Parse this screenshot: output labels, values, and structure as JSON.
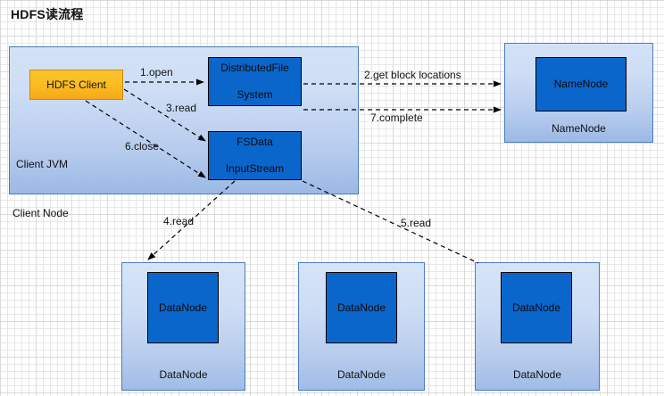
{
  "title": "HDFS读流程",
  "colors": {
    "component_blue": "#0b66cc",
    "container_blue_light": "#d2e1f7",
    "container_blue_dark": "#9cb9e4",
    "container_border": "#4a7ebb",
    "client_orange": "#fbbe23",
    "client_border": "#c98a12",
    "arrow": "#000000",
    "grid": "#e1e1e1"
  },
  "client_node": {
    "outside_label": "Client Node",
    "jvm_label": "Client JVM",
    "client_box_label": "HDFS Client",
    "components": [
      {
        "line1": "DistributedFile",
        "line2": "System"
      },
      {
        "line1": "FSData",
        "line2": "InputStream"
      }
    ]
  },
  "name_node": {
    "caption": "NameNode",
    "component_label": "NameNode"
  },
  "data_nodes": [
    {
      "caption": "DataNode",
      "component_label": "DataNode"
    },
    {
      "caption": "DataNode",
      "component_label": "DataNode"
    },
    {
      "caption": "DataNode",
      "component_label": "DataNode"
    }
  ],
  "edges": [
    {
      "id": "open",
      "label": "1.open"
    },
    {
      "id": "get-block-locations",
      "label": "2.get block locations"
    },
    {
      "id": "read-3",
      "label": "3.read"
    },
    {
      "id": "read-4",
      "label": "4.read"
    },
    {
      "id": "read-5",
      "label": "5.read"
    },
    {
      "id": "close",
      "label": "6.close"
    },
    {
      "id": "complete",
      "label": "7.complete"
    }
  ]
}
